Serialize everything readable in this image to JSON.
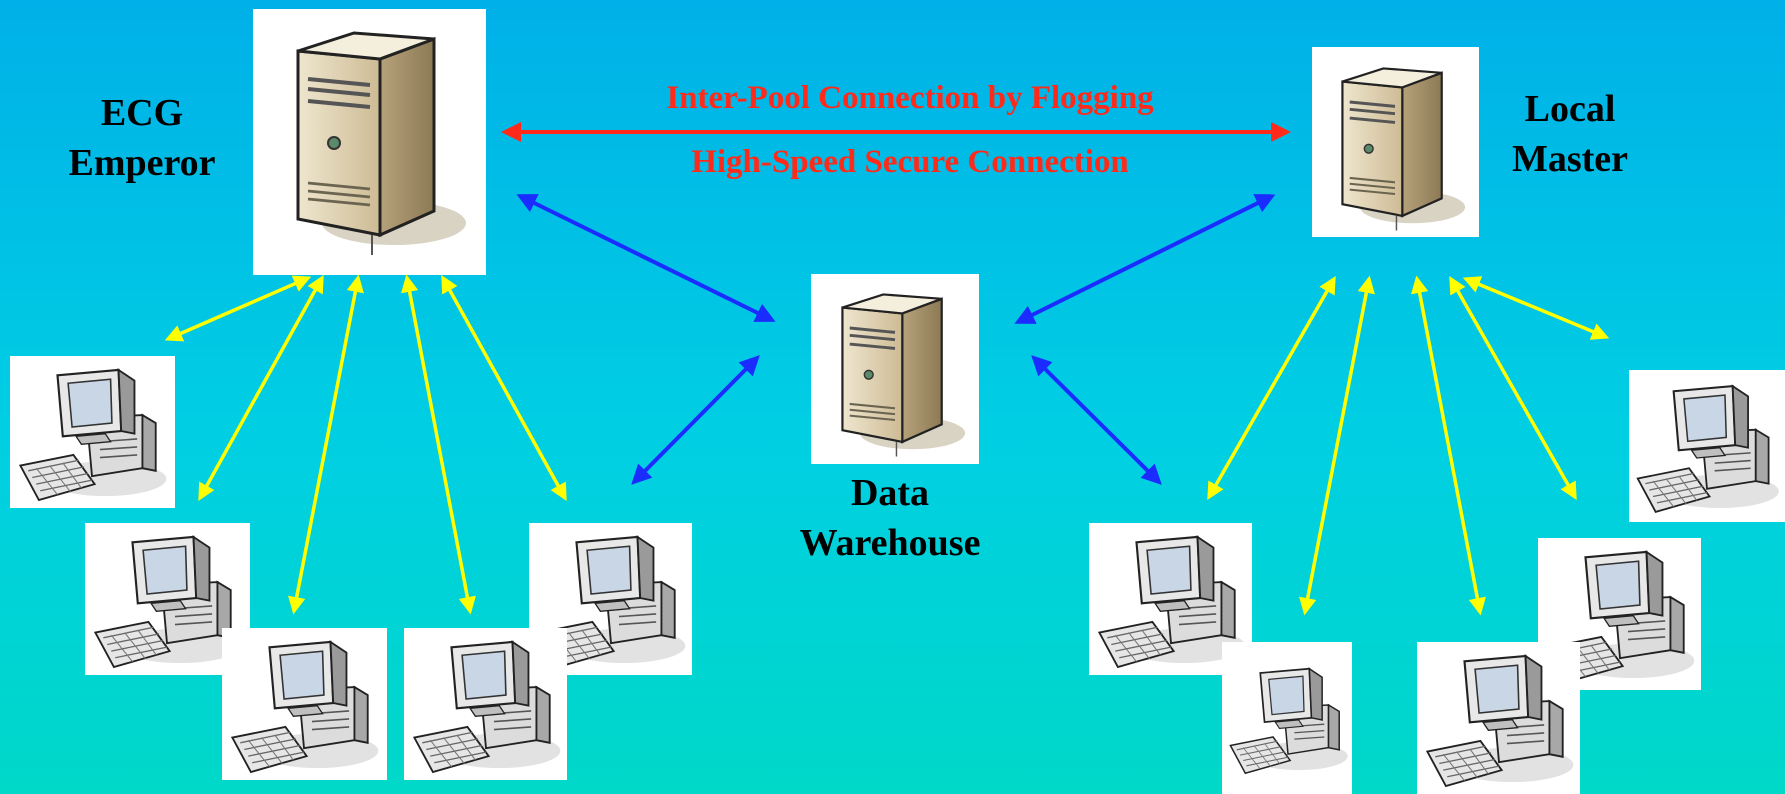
{
  "labels": {
    "emperor": "ECG\nEmperor",
    "master": "Local\nMaster",
    "warehouse": "Data\nWarehouse"
  },
  "connections": {
    "inter_pool": "Inter-Pool Connection by Flogging",
    "secure": "High-Speed Secure Connection"
  },
  "colors": {
    "red_link": "#ff2a1a",
    "blue_link": "#1a2cff",
    "yellow_link": "#ffff00",
    "label_red": "#ff2a1a"
  },
  "icons": {
    "server": "server-tower-icon",
    "workstation": "desktop-computer-icon"
  }
}
